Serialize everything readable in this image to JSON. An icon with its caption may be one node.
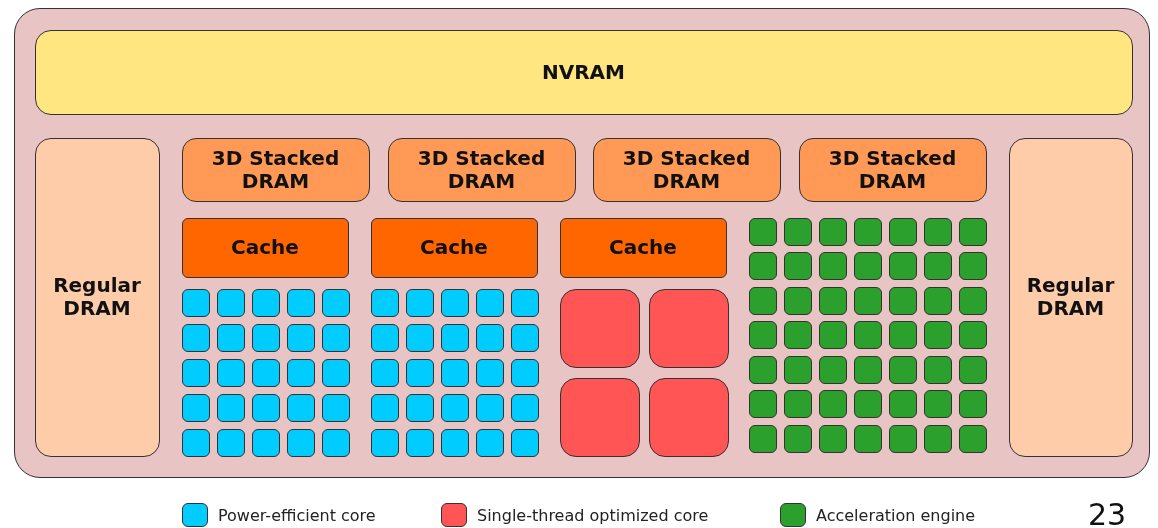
{
  "diagram": {
    "nodes": [
      {
        "text": [],
        "shape": "box"
      },
      {
        "text": [
          "NVRAM"
        ],
        "in": 0
      },
      {
        "text": [
          "Regular DRAM"
        ],
        "in": 0
      },
      {
        "text": [
          "3D Stacked DRAM"
        ],
        "in": 0
      },
      {
        "text": [
          "3D Stacked DRAM"
        ],
        "in": 0
      },
      {
        "text": [
          "3D Stacked DRAM"
        ],
        "in": 0
      },
      {
        "text": [
          "3D Stacked DRAM"
        ],
        "in": 0
      },
      {
        "text": [
          "Regular DRAM"
        ],
        "in": 0
      },
      {
        "text": [
          "Cache"
        ],
        "in": 0
      },
      {
        "text": [
          "Cache"
        ],
        "in": 0
      },
      {
        "text": [
          "Cache"
        ],
        "in": 0
      },
      {
        "text": [],
        "shape": "box",
        "in": 0
      },
      {
        "text": [],
        "shape": "box",
        "in": 0
      },
      {
        "text": [],
        "shape": "box",
        "in": 0
      },
      {
        "text": [],
        "shape": "box",
        "in": 0
      },
      {
        "text": [],
        "shape": "box",
        "in": 0
      },
      {
        "text": [],
        "shape": "box",
        "in": 0
      },
      {
        "text": [],
        "shape": "box",
        "in": 0
      },
      {
        "text": [],
        "shape": "box",
        "in": 0
      },
      {
        "text": [],
        "shape": "box",
        "in": 0
      },
      {
        "text": [],
        "shape": "box",
        "in": 0
      },
      {
        "text": [],
        "shape": "box",
        "in": 0
      },
      {
        "text": [],
        "shape": "box",
        "in": 0
      },
      {
        "text": [],
        "shape": "box",
        "in": 0
      },
      {
        "text": [],
        "shape": "box",
        "in": 0
      },
      {
        "text": [],
        "shape": "box",
        "in": 0
      },
      {
        "text": [],
        "shape": "box",
        "in": 0
      },
      {
        "text": [],
        "shape": "box",
        "in": 0
      },
      {
        "text": [],
        "shape": "box",
        "in": 0
      },
      {
        "text": [],
        "shape": "box",
        "in": 0
      },
      {
        "text": [],
        "shape": "box",
        "in": 0
      },
      {
        "text": [],
        "shape": "box",
        "in": 0
      },
      {
        "text": [],
        "shape": "box",
        "in": 0
      },
      {
        "text": [],
        "shape": "box",
        "in": 0
      },
      {
        "text": [],
        "shape": "box",
        "in": 0
      },
      {
        "text": [],
        "shape": "box",
        "in": 0
      },
      {
        "text": [],
        "shape": "box",
        "in": 0
      },
      {
        "text": [],
        "shape": "box",
        "in": 0
      },
      {
        "text": [],
        "shape": "box",
        "in": 0
      },
      {
        "text": [],
        "shape": "box",
        "in": 0
      },
      {
        "text": [],
        "shape": "box",
        "in": 0
      },
      {
        "text": [],
        "shape": "box",
        "in": 0
      },
      {
        "text": [],
        "shape": "box",
        "in": 0
      },
      {
        "text": [],
        "shape": "box",
        "in": 0
      },
      {
        "text": [],
        "shape": "box",
        "in": 0
      },
      {
        "text": [],
        "shape": "box",
        "in": 0
      },
      {
        "text": [],
        "shape": "box",
        "in": 0
      },
      {
        "text": [],
        "shape": "box",
        "in": 0
      },
      {
        "text": [],
        "shape": "box",
        "in": 0
      },
      {
        "text": [],
        "shape": "box",
        "in": 0
      },
      {
        "text": [],
        "shape": "box",
        "in": 0
      },
      {
        "text": [],
        "shape": "box",
        "in": 0
      },
      {
        "text": [],
        "shape": "box",
        "in": 0
      },
      {
        "text": [],
        "shape": "box",
        "in": 0
      },
      {
        "text": [],
        "shape": "box",
        "in": 0
      },
      {
        "text": [],
        "shape": "box",
        "in": 0
      },
      {
        "text": [],
        "shape": "box",
        "in": 0
      },
      {
        "text": [],
        "shape": "box",
        "in": 0
      },
      {
        "text": [],
        "shape": "box",
        "in": 0
      },
      {
        "text": [],
        "shape": "box",
        "in": 0
      },
      {
        "text": [],
        "shape": "box",
        "in": 0
      },
      {
        "text": [],
        "shape": "box",
        "in": 0
      },
      {
        "text": [],
        "shape": "box",
        "in": 0
      },
      {
        "text": [],
        "shape": "box",
        "in": 0
      },
      {
        "text": [],
        "shape": "box",
        "in": 0
      },
      {
        "text": [],
        "shape": "box",
        "in": 0
      },
      {
        "text": [],
        "shape": "box",
        "in": 0
      },
      {
        "text": [],
        "shape": "box",
        "in": 0
      },
      {
        "text": [],
        "shape": "box",
        "in": 0
      },
      {
        "text": [],
        "shape": "box",
        "in": 0
      },
      {
        "text": [],
        "shape": "box",
        "in": 0
      },
      {
        "text": [],
        "shape": "box",
        "in": 0
      },
      {
        "text": [],
        "shape": "box",
        "in": 0
      },
      {
        "text": [],
        "shape": "box",
        "in": 0
      },
      {
        "text": [],
        "shape": "box",
        "in": 0
      },
      {
        "text": [],
        "shape": "box",
        "in": 0
      },
      {
        "text": [],
        "shape": "box",
        "in": 0
      },
      {
        "text": [],
        "shape": "box",
        "in": 0
      },
      {
        "text": [],
        "shape": "box",
        "in": 0
      },
      {
        "text": [],
        "shape": "box",
        "in": 0
      },
      {
        "text": [],
        "shape": "box",
        "in": 0
      },
      {
        "text": [],
        "shape": "box",
        "in": 0
      },
      {
        "text": [],
        "shape": "box",
        "in": 0
      },
      {
        "text": [],
        "shape": "box",
        "in": 0
      },
      {
        "text": [],
        "shape": "box",
        "in": 0
      },
      {
        "text": [],
        "shape": "box",
        "in": 0
      },
      {
        "text": [],
        "shape": "box",
        "in": 0
      },
      {
        "text": [],
        "shape": "box",
        "in": 0
      },
      {
        "text": [],
        "shape": "box",
        "in": 0
      },
      {
        "text": [],
        "shape": "box",
        "in": 0
      },
      {
        "text": [],
        "shape": "box",
        "in": 0
      },
      {
        "text": [],
        "shape": "box",
        "in": 0
      },
      {
        "text": [],
        "shape": "box",
        "in": 0
      },
      {
        "text": [],
        "shape": "box",
        "in": 0
      },
      {
        "text": [],
        "shape": "box",
        "in": 0
      },
      {
        "text": [],
        "shape": "box",
        "in": 0
      },
      {
        "text": [],
        "shape": "box",
        "in": 0
      },
      {
        "text": [],
        "shape": "box",
        "in": 0
      },
      {
        "text": [],
        "shape": "box",
        "in": 0
      },
      {
        "text": [],
        "shape": "box",
        "in": 0
      },
      {
        "text": [],
        "shape": "box",
        "in": 0
      },
      {
        "text": [],
        "shape": "box",
        "in": 0
      },
      {
        "text": [],
        "shape": "box",
        "in": 0
      },
      {
        "text": [],
        "shape": "box",
        "in": 0
      },
      {
        "text": [],
        "shape": "box",
        "in": 0
      },
      {
        "text": [],
        "shape": "box",
        "in": 0
      },
      {
        "text": [],
        "shape": "box",
        "in": 0
      },
      {
        "text": [],
        "shape": "box",
        "in": 0
      },
      {
        "text": [],
        "shape": "box",
        "in": 0
      },
      {
        "text": [],
        "shape": "box",
        "in": 0
      },
      {
        "text": [],
        "shape": "box",
        "in": 0
      },
      {
        "text": [],
        "shape": "box",
        "in": 0
      },
      {
        "text": [],
        "shape": "box",
        "in": 0
      },
      {
        "text": [],
        "shape": "box",
        "in": 0
      }
    ],
    "labels": [
      "23"
    ],
    "legend": [
      {
        "text": "Power-efficient core",
        "color": "#00ccff"
      },
      {
        "text": "Single-thread optimized core",
        "color": "#ff5555"
      },
      {
        "text": "Acceleration engine",
        "color": "#2ca02c"
      }
    ]
  }
}
